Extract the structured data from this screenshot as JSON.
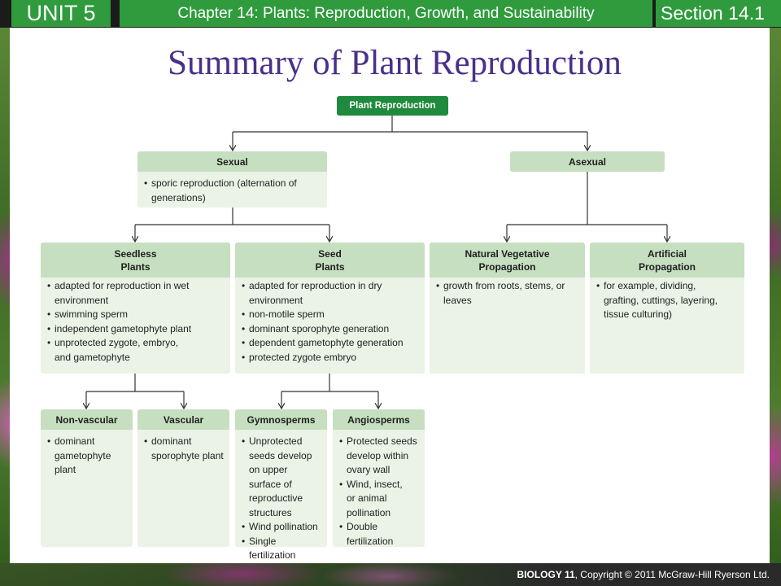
{
  "header": {
    "unit": "UNIT 5",
    "chapter": "Chapter 14: Plants: Reproduction, Growth, and Sustainability",
    "section": "Section 14.1"
  },
  "title": "Summary of Plant Reproduction",
  "diagram": {
    "root": "Plant Reproduction",
    "sexual": {
      "title": "Sexual",
      "items": [
        "sporic reproduction (alternation of generations)"
      ]
    },
    "asexual": {
      "title": "Asexual"
    },
    "seedless": {
      "title": [
        "Seedless",
        "Plants"
      ],
      "items": [
        "adapted for reproduction in wet environment",
        "swimming sperm",
        "independent gametophyte plant",
        "unprotected zygote, embryo, and gametophyte"
      ]
    },
    "seed": {
      "title": [
        "Seed",
        "Plants"
      ],
      "items": [
        "adapted for reproduction in dry environment",
        "non-motile sperm",
        "dominant sporophyte generation",
        "dependent gametophyte generation",
        "protected zygote embryo"
      ]
    },
    "natural": {
      "title": [
        "Natural Vegetative",
        "Propagation"
      ],
      "items": [
        "growth from roots, stems, or leaves"
      ]
    },
    "artificial": {
      "title": [
        "Artificial",
        "Propagation"
      ],
      "items": [
        "for example, dividing, grafting, cuttings, layering, tissue culturing)"
      ]
    },
    "nonvascular": {
      "title": "Non-vascular",
      "items": [
        "dominant gametophyte plant"
      ]
    },
    "vascular": {
      "title": "Vascular",
      "items": [
        "dominant sporophyte plant"
      ]
    },
    "gymnosperms": {
      "title": "Gymnosperms",
      "items": [
        "Unprotected seeds develop on upper surface of reproductive structures",
        "Wind pollination",
        "Single fertilization"
      ]
    },
    "angiosperms": {
      "title": "Angiosperms",
      "items": [
        "Protected seeds develop within ovary wall",
        "Wind, insect, or animal pollination",
        "Double fertilization"
      ]
    }
  },
  "footer": {
    "book": "BIOLOGY 11",
    "copyright": ", Copyright © 2011 McGraw-Hill Ryerson Ltd."
  },
  "colors": {
    "header_green": "#2f9b3d",
    "root_green": "#1f8a3e",
    "box_header": "#c6dfc0",
    "box_body": "#eaf3e6",
    "title_purple": "#4a2f8a"
  }
}
